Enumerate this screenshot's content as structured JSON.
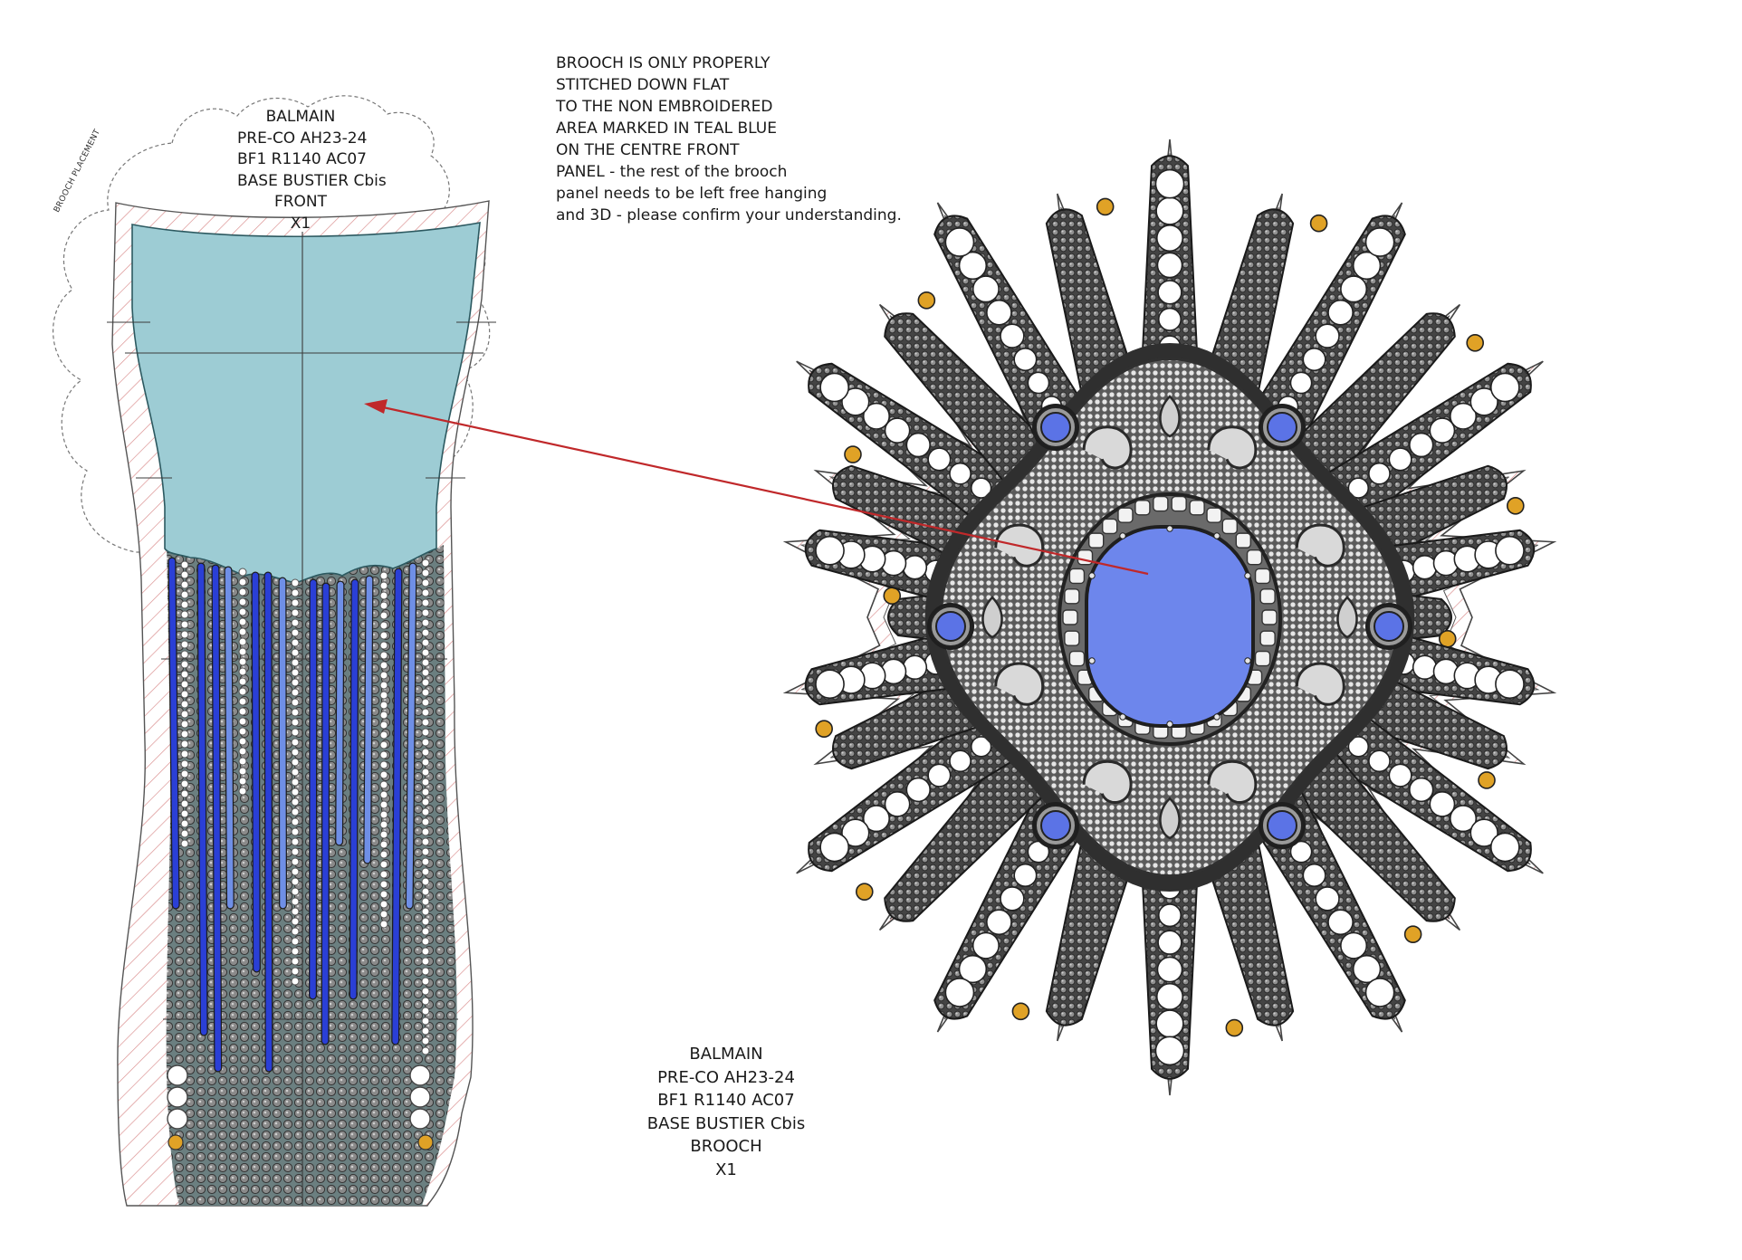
{
  "note": {
    "lines": [
      "BROOCH IS ONLY PROPERLY",
      "STITCHED DOWN FLAT",
      "TO THE NON EMBROIDERED",
      "AREA MARKED IN TEAL BLUE",
      "ON THE CENTRE FRONT",
      "PANEL - the rest of the brooch",
      "panel needs to be left free hanging",
      "and 3D - please confirm your understanding."
    ]
  },
  "front_panel": {
    "label_lines": [
      "BALMAIN",
      "PRE-CO AH23-24",
      "BF1 R1140 AC07",
      "BASE BUSTIER Cbis",
      "FRONT",
      "X1"
    ],
    "placement_text": "BROOCH PLACEMENT"
  },
  "brooch_panel": {
    "label_lines": [
      "BALMAIN",
      "PRE-CO AH23-24",
      "BF1 R1140 AC07",
      "BASE BUSTIER Cbis",
      "BROOCH",
      "X1"
    ]
  },
  "colors": {
    "teal_area": "#9dccd4",
    "royal_blue": "#2a3fd6",
    "sky_blue": "#6f8fe6",
    "center_stone": "#6d86ec",
    "gem_blue": "#5b73e6",
    "bead_grey": "#7b7b7b",
    "bead_dark": "#3a3a3a",
    "gold": "#e0a226",
    "arrow_red": "#c0282a",
    "seam_hatch": "#d98a8a"
  }
}
